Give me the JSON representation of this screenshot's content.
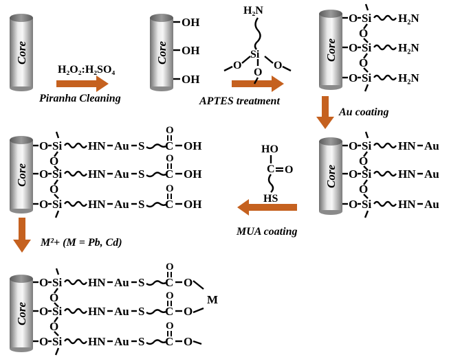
{
  "core_label": "Core",
  "chem": {
    "oh": "OH",
    "h2n": "H₂N",
    "o": "O",
    "si": "Si",
    "hn": "HN",
    "au": "Au",
    "s": "S",
    "c": "C",
    "m": "M",
    "ho": "HO",
    "hs": "HS"
  },
  "step1": {
    "reagent": "H₂O₂:H₂SO₄",
    "label": "Piranha Cleaning"
  },
  "step2": {
    "label": "APTES treatment"
  },
  "step3": {
    "label": "Au coating"
  },
  "step4": {
    "label": "MUA coating"
  },
  "step5": {
    "label": "M²+ (M = Pb, Cd)"
  },
  "colors": {
    "arrow": "#C5611F",
    "core_dark": "#6e6e6e",
    "core_light": "#f4f4f4"
  }
}
